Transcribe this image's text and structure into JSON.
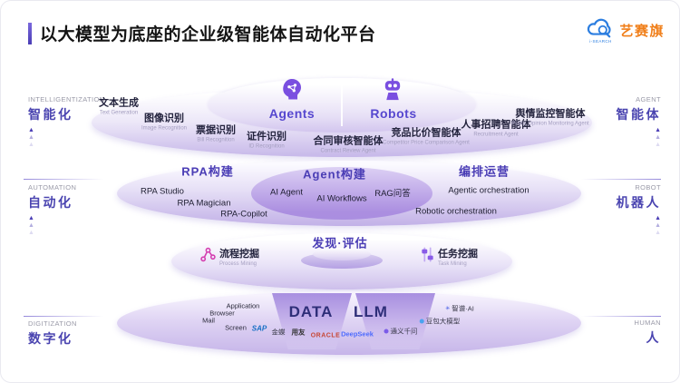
{
  "slide": {
    "title": "以大模型为底座的企业级智能体自动化平台",
    "logo": {
      "brand": "艺赛旗",
      "sub": "i-SEARCH"
    }
  },
  "side": {
    "left": [
      {
        "en": "INTELLIGENTIZATION",
        "cn": "智能化"
      },
      {
        "en": "AUTOMATION",
        "cn": "自动化"
      },
      {
        "en": "DIGITIZATION",
        "cn": "数字化"
      }
    ],
    "right": [
      {
        "en": "AGENT",
        "cn": "智能体"
      },
      {
        "en": "ROBOT",
        "cn": "机器人"
      },
      {
        "en": "HUMAN",
        "cn": "人"
      }
    ]
  },
  "agents_layer": {
    "groups": [
      {
        "label": "Agents"
      },
      {
        "label": "Robots"
      }
    ],
    "items": [
      {
        "cn": "文本生成",
        "en": "Text Generation"
      },
      {
        "cn": "图像识别",
        "en": "Image Recognition"
      },
      {
        "cn": "票据识别",
        "en": "Bill Recognition"
      },
      {
        "cn": "证件识别",
        "en": "ID Recognition"
      },
      {
        "cn": "合同审核智能体",
        "en": "Contract Review Agent"
      },
      {
        "cn": "竞品比价智能体",
        "en": "Competitor Price Comparison Agent"
      },
      {
        "cn": "人事招聘智能体",
        "en": "Recruitment Agent"
      },
      {
        "cn": "舆情监控智能体",
        "en": "Public Opinion Monitoring Agent"
      }
    ]
  },
  "build_layer": {
    "columns": [
      {
        "header": "RPA构建",
        "items": [
          "RPA Studio",
          "RPA Magician",
          "RPA-Copilot"
        ]
      },
      {
        "header": "Agent构建",
        "items": [
          "AI Agent",
          "AI Workflows",
          "RAG问答"
        ]
      },
      {
        "header": "编排运营",
        "items": [
          "Agentic orchestration",
          "Robotic orchestration"
        ]
      }
    ]
  },
  "discovery_layer": {
    "header": "发现·评估",
    "items": [
      {
        "cn": "流程挖掘",
        "en": "Process Mining"
      },
      {
        "cn": "任务挖掘",
        "en": "Task Mining"
      }
    ]
  },
  "foundation_layer": {
    "headers": [
      "DATA",
      "LLM"
    ],
    "sources": [
      "Application",
      "Browser",
      "Mail",
      "Screen"
    ],
    "data_vendors": [
      "SAP",
      "金蝶",
      "用友",
      "ORACLE"
    ],
    "llm_vendors": [
      "DeepSeek",
      "通义千问",
      "豆包大模型",
      "智谱·AI"
    ]
  },
  "colors": {
    "accent_purple": "#4a3db5",
    "icon_purple": "#7a4fe0",
    "magenta": "#d43fb0",
    "brand_orange": "#f07f1a",
    "brand_blue": "#2c7ee0"
  }
}
